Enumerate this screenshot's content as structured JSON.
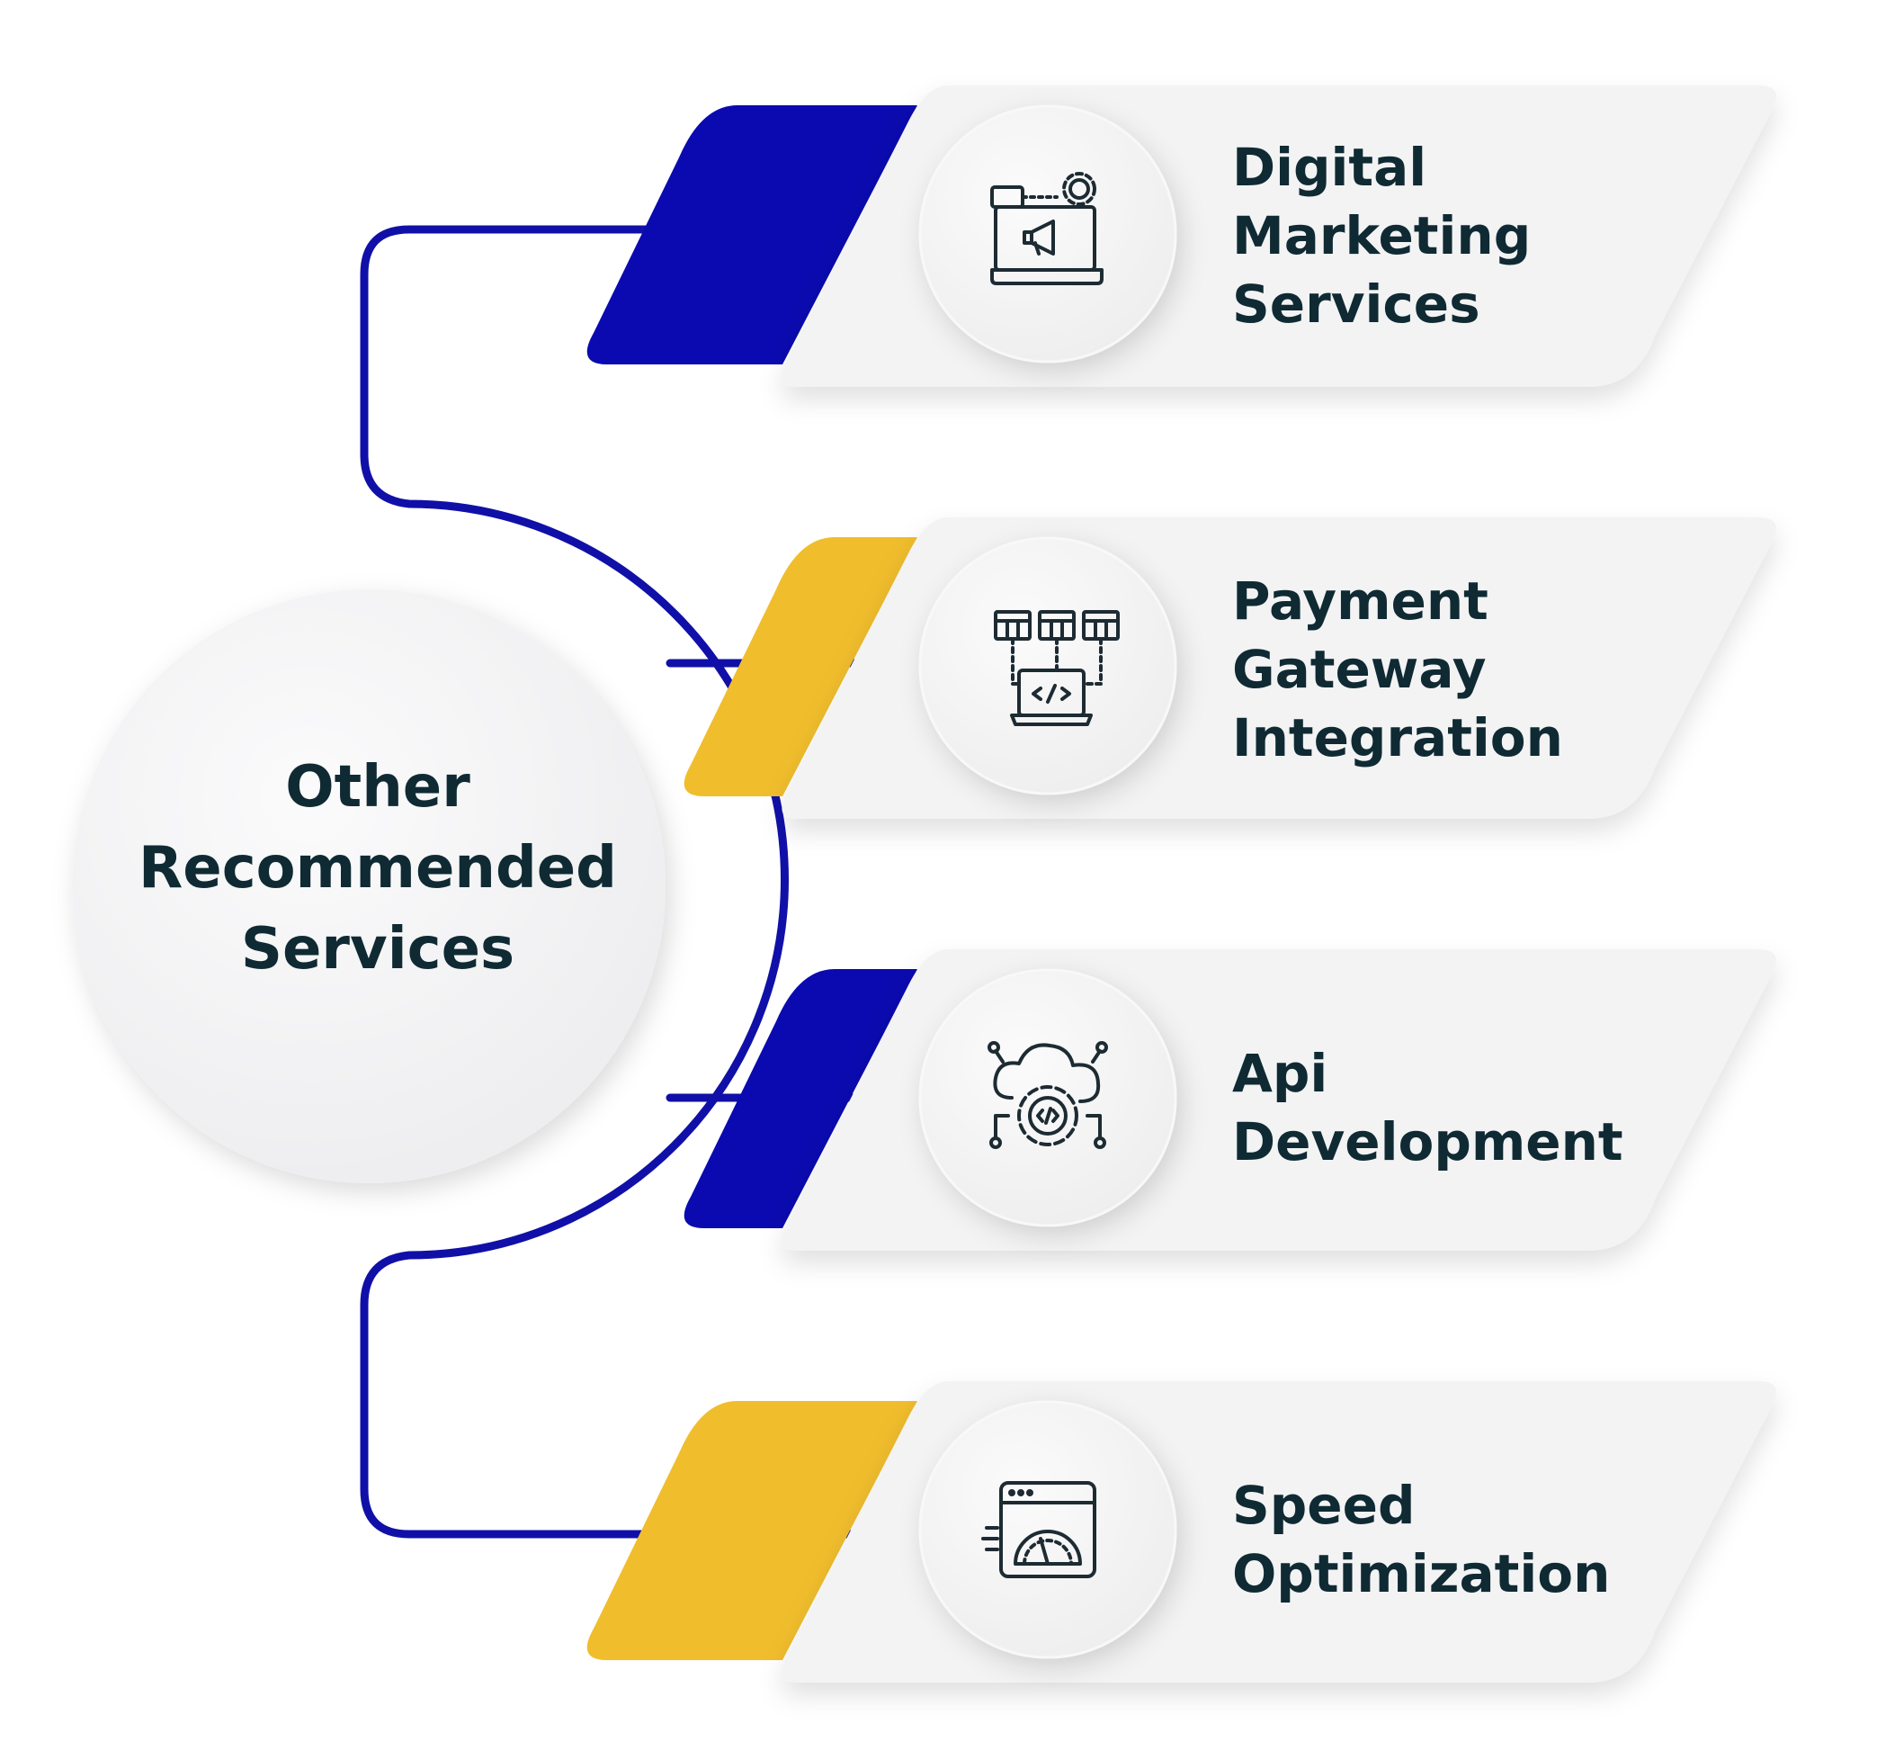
{
  "center": {
    "title_lines": [
      "Other",
      "Recommended",
      "Services"
    ]
  },
  "services": [
    {
      "lines": [
        "Digital",
        "Marketing",
        "Services"
      ],
      "accent": "#0a0ab0",
      "icon": "digital-marketing-icon"
    },
    {
      "lines": [
        "Payment",
        "Gateway",
        "Integration"
      ],
      "accent": "#f0bd2c",
      "icon": "payment-gateway-icon"
    },
    {
      "lines": [
        "Api",
        "Development"
      ],
      "accent": "#0a0ab0",
      "icon": "api-development-icon"
    },
    {
      "lines": [
        "Speed",
        "Optimization"
      ],
      "accent": "#f0bd2c",
      "icon": "speed-optimization-icon"
    }
  ],
  "colors": {
    "connector": "#1010a8",
    "text": "#0f2a33",
    "card": "#f3f3f4"
  }
}
